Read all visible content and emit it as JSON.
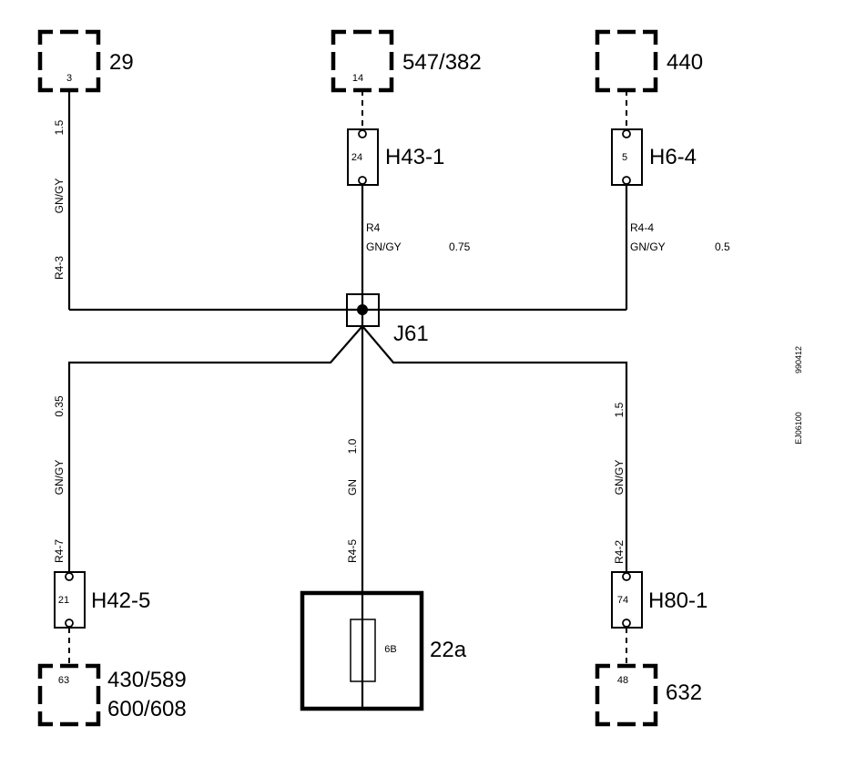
{
  "components": {
    "c29": {
      "label": "29",
      "pin": "3"
    },
    "c547": {
      "label": "547/382",
      "pin": "14"
    },
    "c440": {
      "label": "440"
    },
    "c430": {
      "label_1": "430/589",
      "label_2": "600/608",
      "pin": "63"
    },
    "c22a": {
      "label": "22a",
      "fuse": "6B"
    },
    "c632": {
      "label": "632",
      "pin": "48"
    }
  },
  "connectors": {
    "h43_1": {
      "label": "H43-1",
      "pin": "24"
    },
    "h6_4": {
      "label": "H6-4",
      "pin": "5"
    },
    "h42_5": {
      "label": "H42-5",
      "pin": "21"
    },
    "h80_1": {
      "label": "H80-1",
      "pin": "74"
    }
  },
  "junction": {
    "label": "J61"
  },
  "wires": {
    "r4_3": {
      "size": "1.5",
      "color": "GN/GY",
      "id": "R4-3"
    },
    "r4": {
      "id": "R4",
      "color": "GN/GY",
      "size": "0.75"
    },
    "r4_4": {
      "id": "R4-4",
      "color": "GN/GY",
      "size": "0.5"
    },
    "r4_7": {
      "size": "0.35",
      "color": "GN/GY",
      "id": "R4-7"
    },
    "r4_5": {
      "size": "1.0",
      "color": "GN",
      "id": "R4-5"
    },
    "r4_2": {
      "size": "1.5",
      "color": "GN/GY",
      "id": "R4-2"
    }
  },
  "margin": {
    "code_1": "990412",
    "code_2": "EJ06100"
  }
}
